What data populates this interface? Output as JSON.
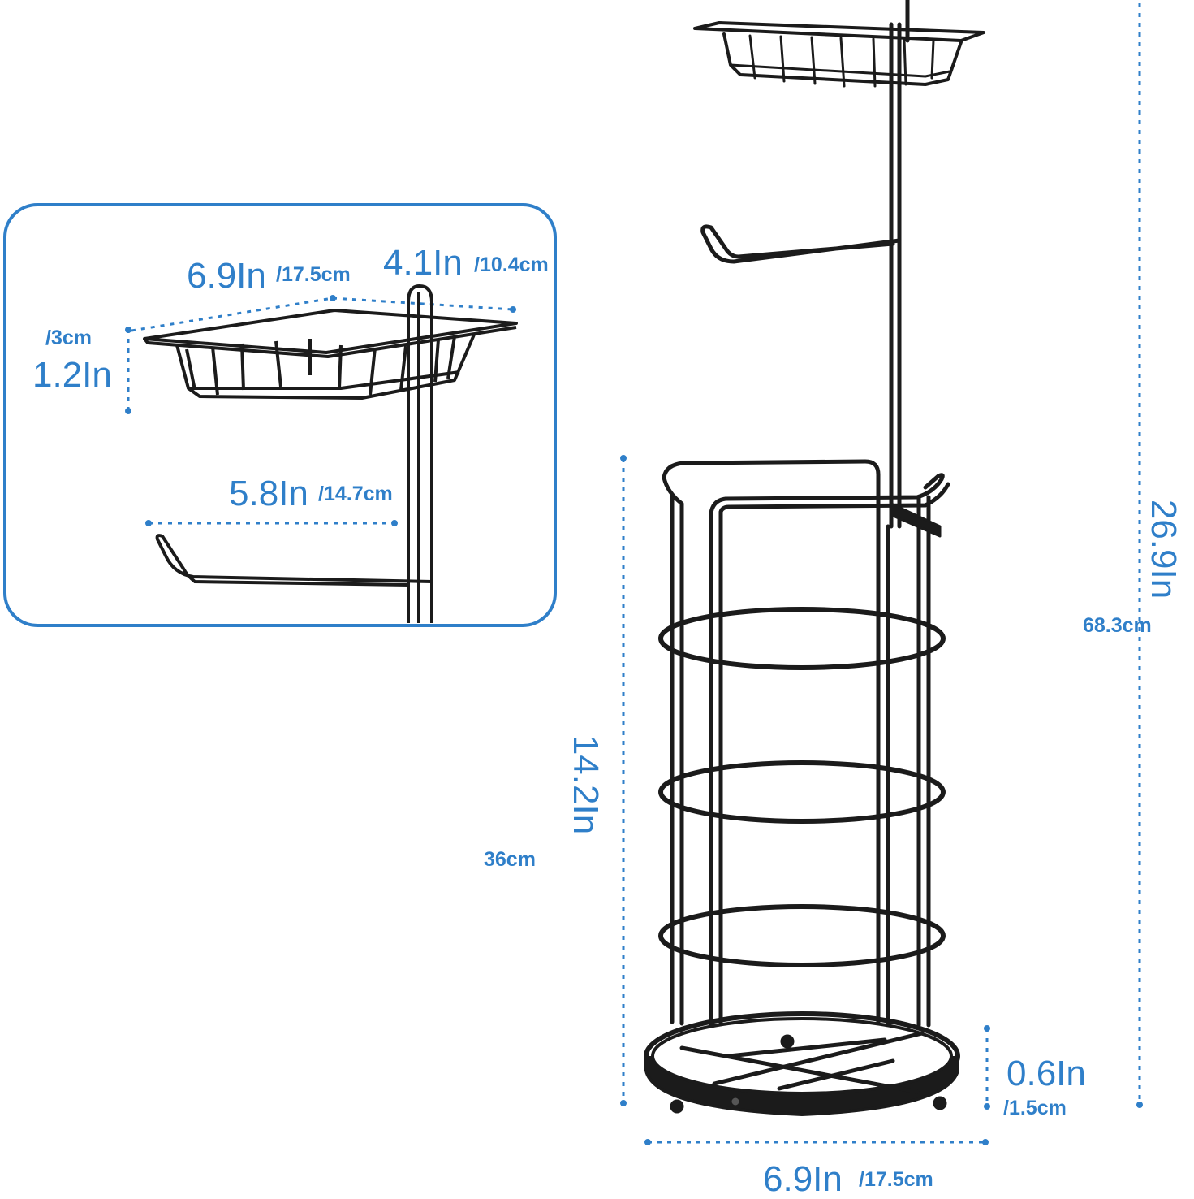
{
  "colors": {
    "accent": "#2f7fc9",
    "product": "#1b1b1b",
    "background": "#ffffff"
  },
  "inset": {
    "tray_width_in": "6.9In",
    "tray_width_cm": "/17.5cm",
    "tray_depth_in": "4.1In",
    "tray_depth_cm": "/10.4cm",
    "tray_height_in": "1.2In",
    "tray_height_cm": "/3cm",
    "arm_length_in": "5.8In",
    "arm_length_cm": "/14.7cm"
  },
  "main": {
    "total_height_in": "26.9In",
    "total_height_cm": "68.3cm",
    "body_height_in": "14.2In",
    "body_height_cm": "36cm",
    "base_height_in": "0.6In",
    "base_height_cm": "/1.5cm",
    "base_width_in": "6.9In",
    "base_width_cm": "/17.5cm"
  }
}
